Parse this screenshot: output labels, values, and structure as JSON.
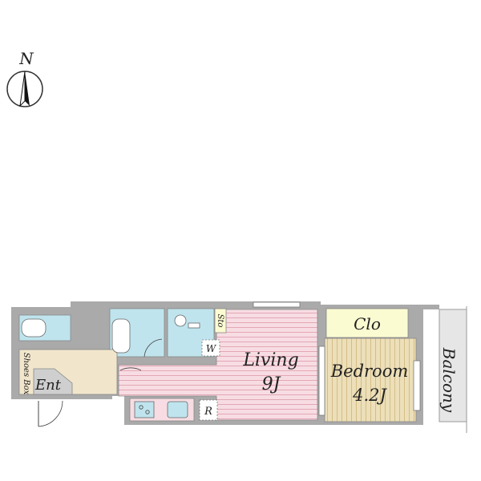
{
  "compass": {
    "label": "N"
  },
  "rooms": {
    "living_name": "Living",
    "living_size": "9J",
    "bedroom_name": "Bedroom",
    "bedroom_size": "4.2J",
    "closet": "Clo",
    "balcony": "Balcony",
    "entrance": "Ent",
    "shoes_box": "Shoes Box",
    "storage": "Sto",
    "washer": "W",
    "fridge": "R"
  },
  "colors": {
    "wall": "#aaaaaa",
    "living_floor": "#f7dde3",
    "living_stripe": "#e3a7b5",
    "bedroom_floor": "#ecdfb9",
    "bedroom_stripe": "#d3be87",
    "entrance_floor": "#f1e6cc",
    "wet_area": "#bfe4ee",
    "closet_fill": "#fbfbd2",
    "balcony_fill": "#e6e6e6",
    "kitchen_fill": "#f7dde3"
  }
}
